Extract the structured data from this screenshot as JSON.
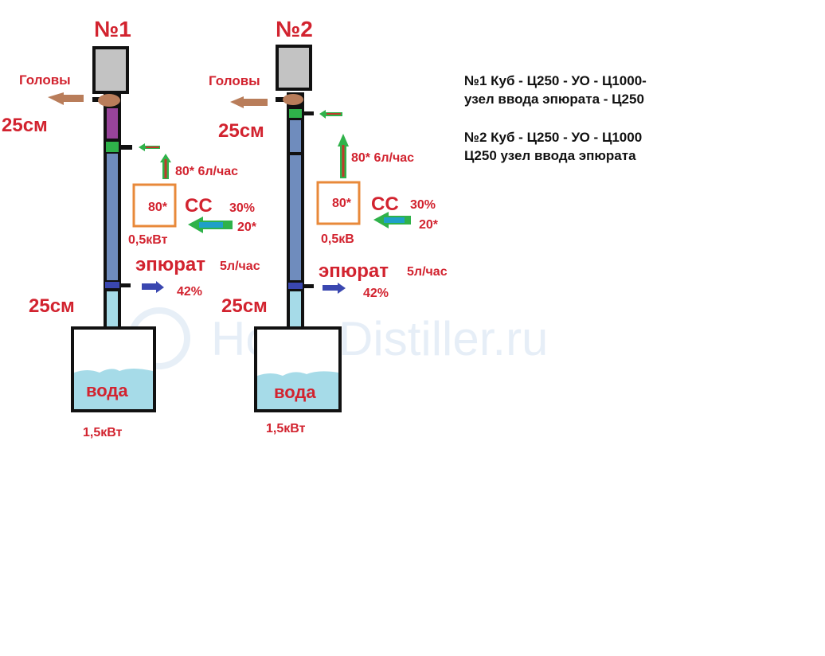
{
  "watermark": "HomeDistiller.ru",
  "colors": {
    "label_red": "#d2232f",
    "column_blue": "#6f8cbd",
    "lower_light_blue": "#a6dbe8",
    "purple": "#97449a",
    "green": "#2fb24a",
    "heads_brown": "#b97d5a",
    "heater_orange": "#e8893a"
  },
  "column1": {
    "title": "№1",
    "heads_label": "Головы",
    "upper_length": "25см",
    "reflux_label": "80* 6л/час",
    "heater_temp": "80*",
    "heater_power": "0,5кВт",
    "feed_label": "СС",
    "feed_strength": "30%",
    "feed_temp": "20*",
    "epurate_label": "эпюрат",
    "epurate_rate": "5л/час",
    "epurate_strength": "42%",
    "lower_length": "25см",
    "boiler_label": "вода",
    "boiler_power": "1,5кВт"
  },
  "column2": {
    "title": "№2",
    "heads_label": "Головы",
    "upper_length": "25см",
    "reflux_label": "80* 6л/час",
    "heater_temp": "80*",
    "heater_power": "0,5кВ",
    "feed_label": "СС",
    "feed_strength": "30%",
    "feed_temp": "20*",
    "epurate_label": "эпюрат",
    "epurate_rate": "5л/час",
    "epurate_strength": "42%",
    "lower_length": "25см",
    "boiler_label": "вода",
    "boiler_power": "1,5кВт"
  },
  "notes": {
    "line1": "№1 Куб -  Ц250 - УО - Ц1000-",
    "line2": "узел ввода эпюрата - Ц250",
    "line3": "№2 Куб - Ц250 - УО - Ц1000",
    "line4": "Ц250 узел ввода эпюрата"
  }
}
